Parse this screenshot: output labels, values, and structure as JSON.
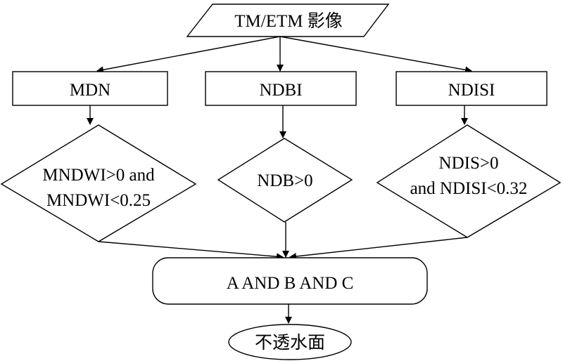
{
  "input_node": {
    "label": "TM/ETM 影像"
  },
  "index_nodes": [
    {
      "label": "MDN"
    },
    {
      "label": "NDBI"
    },
    {
      "label": "NDISI"
    }
  ],
  "condition_nodes": [
    {
      "line1": "MNDWI>0 and",
      "line2": "MNDWI<0.25"
    },
    {
      "line1": "NDB>0"
    },
    {
      "line1": "NDIS>0",
      "line2": "and NDISI<0.32"
    }
  ],
  "combine_node": {
    "label": "A AND B AND C"
  },
  "output_node": {
    "label": "不透水面"
  }
}
